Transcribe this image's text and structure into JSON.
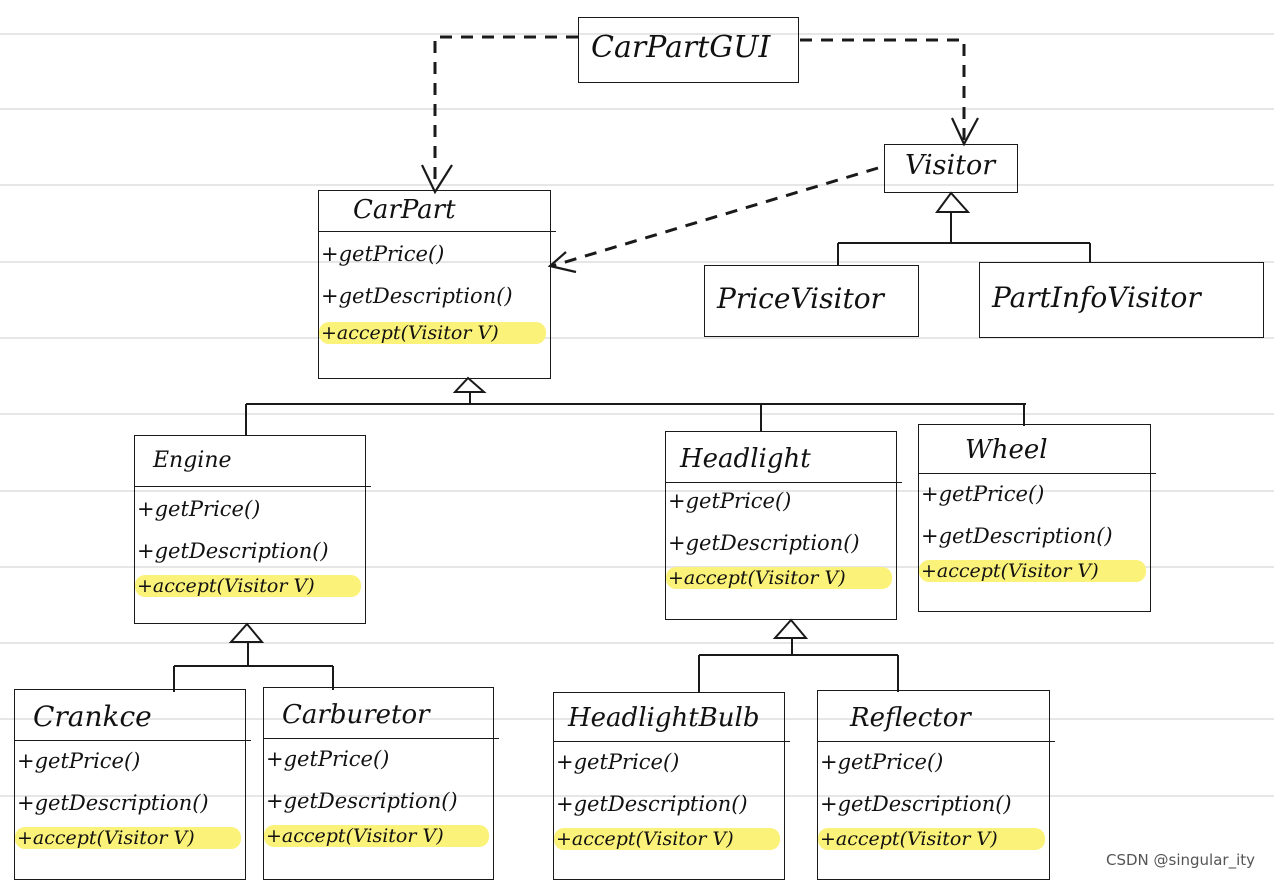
{
  "client": {
    "name": "CarPartGUI"
  },
  "visitor_iface": {
    "name": "Visitor"
  },
  "visitors": [
    {
      "id": "price",
      "name": "PriceVisitor"
    },
    {
      "id": "info",
      "name": "PartInfoVisitor"
    }
  ],
  "carpart": {
    "name": "CarPart",
    "methods": [
      "+getPrice()",
      "+getDescription()",
      "+accept(Visitor V)"
    ]
  },
  "engine": {
    "name": "Engine",
    "methods": [
      "+getPrice()",
      "+getDescription()",
      "+accept(Visitor V)"
    ]
  },
  "headlight": {
    "name": "Headlight",
    "methods": [
      "+getPrice()",
      "+getDescription()",
      "+accept(Visitor V)"
    ]
  },
  "wheel": {
    "name": "Wheel",
    "methods": [
      "+getPrice()",
      "+getDescription()",
      "+accept(Visitor V)"
    ]
  },
  "crankcase": {
    "name": "Crankce",
    "methods": [
      "+getPrice()",
      "+getDescription()",
      "+accept(Visitor V)"
    ]
  },
  "carburetor": {
    "name": "Carburetor",
    "methods": [
      "+getPrice()",
      "+getDescription()",
      "+accept(Visitor V)"
    ]
  },
  "bulb": {
    "name": "HeadlightBulb",
    "methods": [
      "+getPrice()",
      "+getDescription()",
      "+accept(Visitor V)"
    ]
  },
  "reflector": {
    "name": "Reflector",
    "methods": [
      "+getPrice()",
      "+getDescription()",
      "+accept(Visitor V)"
    ]
  },
  "highlight_color": "#fbf27a",
  "watermark": "CSDN @singular_ity"
}
